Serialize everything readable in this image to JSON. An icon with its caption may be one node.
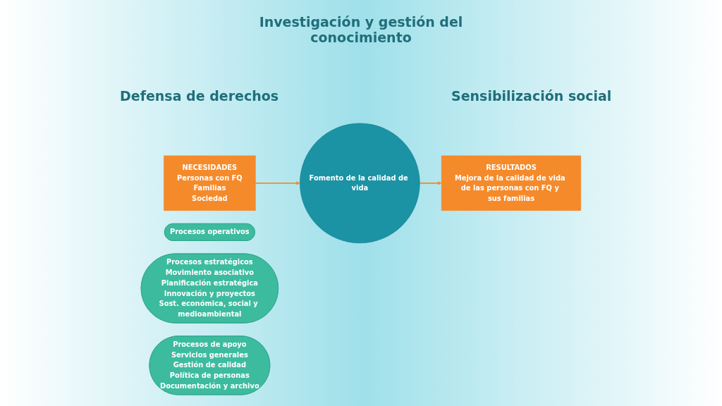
{
  "diagram": {
    "nodes": [
      {
        "text": [
          "NECESIDADES",
          "Personas con FQ",
          "Familias",
          "Sociedad"
        ]
      },
      {
        "text": [
          "Procesos operativos"
        ]
      },
      {
        "text": [
          "Fomento de la calidad de vida"
        ]
      },
      {
        "text": [
          "Procesos estratégicos",
          "Movimiento asociativo",
          "Planificación estratégica",
          "Innovación y proyectos",
          "Sost. económica, social y medioambiental"
        ]
      },
      {
        "text": [
          "Procesos de apoyo",
          "Servicios generales",
          "Gestión de calidad",
          "Política de personas",
          "Documentación y archivo"
        ]
      },
      {
        "text": [
          "RESULTADOS",
          "Mejora de la calidad de vida de las personas con FQ y sus familias"
        ]
      }
    ],
    "edges": [
      {
        "from": 0,
        "to": 2,
        "arrow": "to"
      },
      {
        "from": 2,
        "to": 5,
        "arrow": "to"
      }
    ],
    "labels": [
      "Investigación y gestión del conocimiento",
      "Defensa de derechos",
      "Sensibilización social"
    ]
  }
}
